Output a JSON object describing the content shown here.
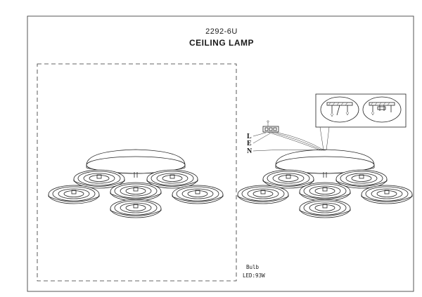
{
  "header": {
    "model": "2292-6U",
    "name": "CEILING LAMP"
  },
  "wiring": {
    "labels": [
      "L",
      "E",
      "N"
    ]
  },
  "specs": {
    "bulb_label": "Bulb",
    "led_value": "LED:93W"
  }
}
